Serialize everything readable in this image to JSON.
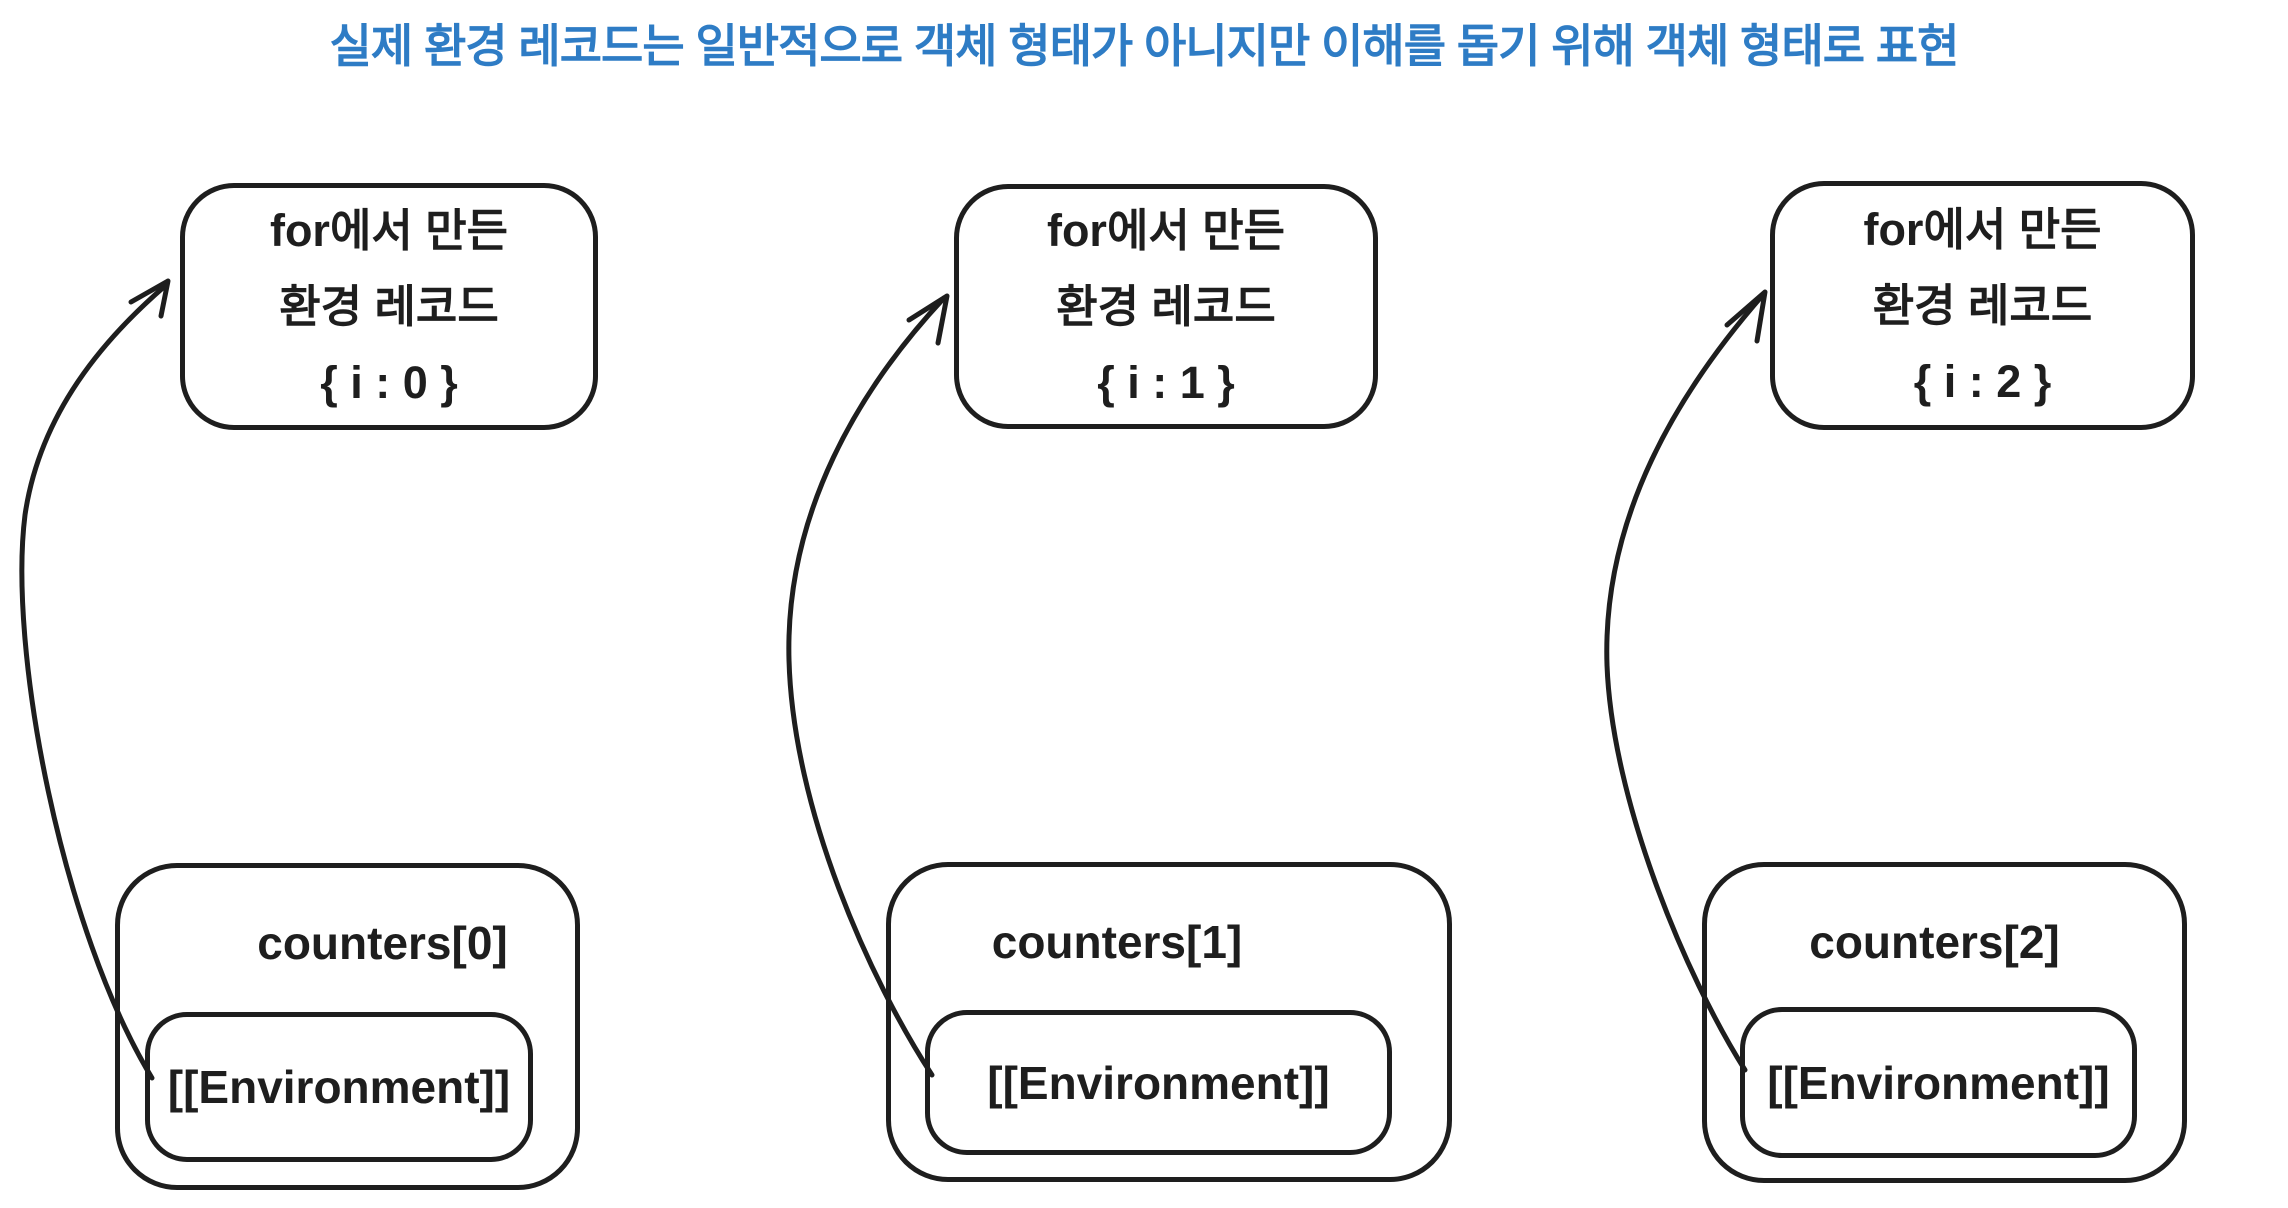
{
  "title": {
    "text": "실제 환경 레코드는 일반적으로 객체 형태가 아니지만 이해를 돕기 위해 객체 형태로 표현",
    "color": "#2e7cc5"
  },
  "ink_color": "#1e1e1e",
  "columns": [
    {
      "env_record": {
        "line1": "for에서 만든",
        "line2": "환경 레코드",
        "value": "{ i : 0 }"
      },
      "counter": {
        "label": "counters[0]",
        "slot": "[[Environment]]"
      }
    },
    {
      "env_record": {
        "line1": "for에서 만든",
        "line2": "환경 레코드",
        "value": "{ i : 1 }"
      },
      "counter": {
        "label": "counters[1]",
        "slot": "[[Environment]]"
      }
    },
    {
      "env_record": {
        "line1": "for에서 만든",
        "line2": "환경 레코드",
        "value": "{ i : 2 }"
      },
      "counter": {
        "label": "counters[2]",
        "slot": "[[Environment]]"
      }
    }
  ]
}
